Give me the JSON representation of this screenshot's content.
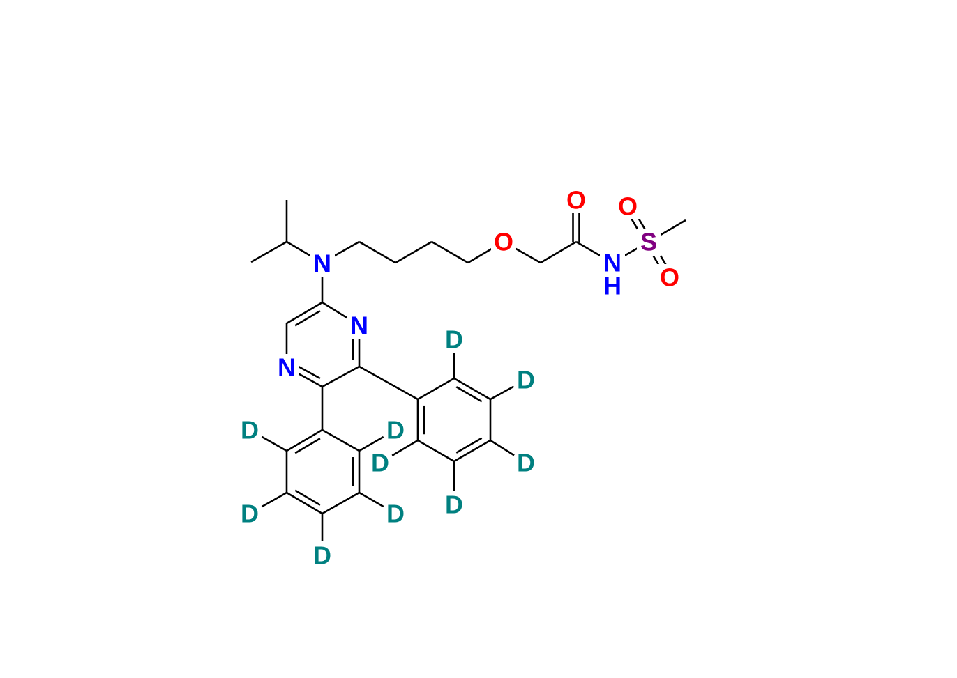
{
  "molecule": {
    "atoms": {
      "n_amine": "N",
      "o_ether": "O",
      "o_carbonyl": "O",
      "n_amide": "N",
      "h_amide": "H",
      "s_sulfonyl": "S",
      "o_sulfonyl_1": "O",
      "o_sulfonyl_2": "O",
      "n_pyrazine_1": "N",
      "n_pyrazine_2": "N",
      "deuterium": [
        "D",
        "D",
        "D",
        "D",
        "D",
        "D",
        "D",
        "D",
        "D",
        "D"
      ]
    },
    "colors": {
      "nitrogen": "#0000ff",
      "oxygen": "#ff0000",
      "sulfur": "#800080",
      "deuterium": "#008080",
      "bond": "#000000"
    }
  }
}
